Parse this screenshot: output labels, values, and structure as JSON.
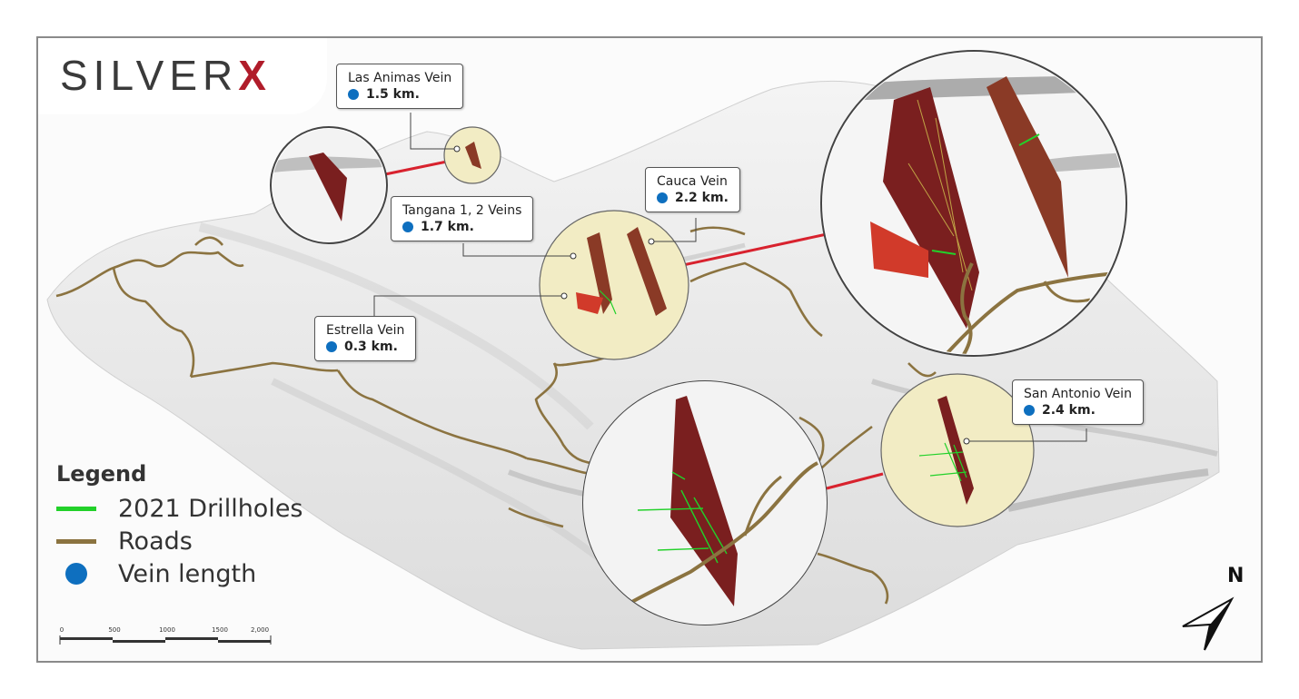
{
  "logo": {
    "text_main": "SILVER",
    "text_accent": "X"
  },
  "callouts": {
    "las_animas": {
      "name": "Las Animas Vein",
      "length": "1.5 km."
    },
    "tangana": {
      "name": "Tangana 1, 2 Veins",
      "length": "1.7 km."
    },
    "cauca": {
      "name": "Cauca Vein",
      "length": "2.2 km."
    },
    "estrella": {
      "name": "Estrella Vein",
      "length": "0.3 km."
    },
    "san_antonio": {
      "name": "San Antonio Vein",
      "length": "2.4 km."
    }
  },
  "legend": {
    "title": "Legend",
    "items": [
      {
        "label": "2021 Drillholes",
        "color": "#22d12a",
        "symbol": "line"
      },
      {
        "label": "Roads",
        "color": "#8b7340",
        "symbol": "line"
      },
      {
        "label": "Vein length",
        "color": "#0e6fbf",
        "symbol": "dot"
      }
    ]
  },
  "scale_bar": {
    "ticks": [
      "0",
      "500",
      "1000",
      "1500",
      "2,000"
    ]
  },
  "north_arrow": {
    "label": "N"
  },
  "colors": {
    "vein": "#7a1f1f",
    "vein_light": "#8a3a26",
    "drillhole": "#22d12a",
    "road": "#8b7340",
    "highlight_circle": "#f2ecc4",
    "connector": "#d8222e",
    "terrain": "#e9e9e9"
  }
}
